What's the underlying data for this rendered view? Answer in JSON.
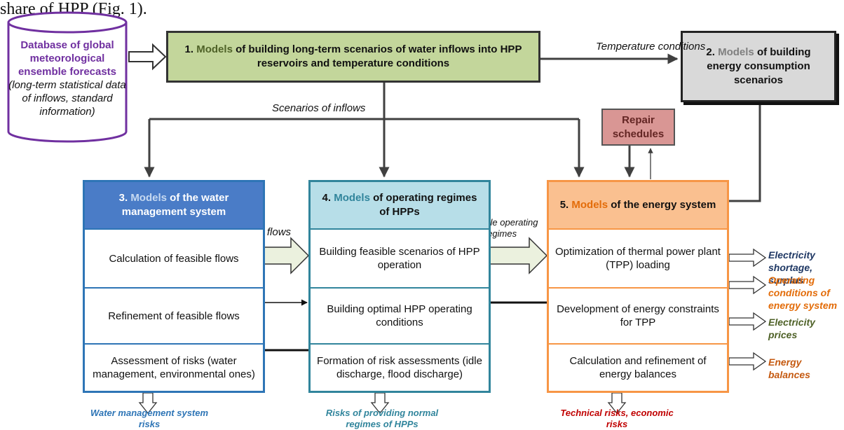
{
  "top_note": "share of HPP (Fig. 1).",
  "database": {
    "title": "Database of global meteorological ensemble forecasts",
    "subtitle": "(long-term statistical data of inflows, standard information)"
  },
  "box1": {
    "num": "1. ",
    "models": "Models",
    "rest": " of building long-term scenarios of water inflows into HPP reservoirs and temperature conditions"
  },
  "box2": {
    "num": "2. ",
    "models": "Models",
    "rest": " of building energy consumption scenarios"
  },
  "repair": "Repair schedules",
  "labels": {
    "temperature": "Temperature conditions",
    "inflows": "Scenarios of inflows",
    "feasible_flows": "Feasible flows",
    "feasible_regimes": "Feasible operating regimes"
  },
  "col3": {
    "num": "3. ",
    "models": "Models",
    "rest": " of the water management system",
    "rows": [
      "Calculation of feasible flows",
      "Refinement of feasible flows",
      "Assessment of risks (water management, environmental ones)"
    ],
    "bottom": "Water management system risks"
  },
  "col4": {
    "num": "4. ",
    "models": "Models",
    "rest": " of operating regimes of HPPs",
    "rows": [
      "Building feasible scenarios of HPP operation",
      "Building optimal HPP operating conditions",
      "Formation of risk assessments (idle discharge, flood discharge)"
    ],
    "bottom": "Risks of providing normal regimes of HPPs"
  },
  "col5": {
    "num": "5. ",
    "models": "Models",
    "rest": " of the energy system",
    "rows": [
      "Optimization of thermal power plant (TPP) loading",
      "Development of energy constraints for TPP",
      "Calculation and refinement of energy balances"
    ],
    "bottom": "Technical risks, economic risks"
  },
  "outputs": [
    "Electricity shortage, surplus",
    "Operating conditions of energy system",
    "Electricity prices",
    "Energy balances"
  ],
  "colors": {
    "box1_fill": "#c3d69b",
    "box2_fill": "#d9d9d9",
    "repair_fill": "#d99694",
    "col3": "#2e75b6",
    "col4": "#31859c",
    "col5": "#f79646",
    "database": "#7030a0",
    "out1": "#1f3864",
    "out2": "#e36c09",
    "out3": "#4f6228",
    "out4": "#c55a11"
  }
}
